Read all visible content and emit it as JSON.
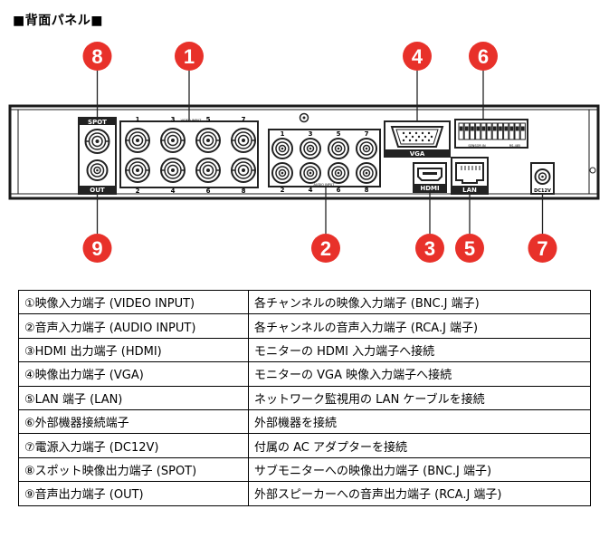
{
  "title": "■背面パネル■",
  "callouts": [
    "1",
    "2",
    "3",
    "4",
    "5",
    "6",
    "7",
    "8",
    "9"
  ],
  "colors": {
    "callout": "#e8312a",
    "panel_fill": "#ffffff",
    "panel_stroke": "#1a1a1a"
  },
  "panel_labels": {
    "spot": "SPOT",
    "out": "OUT",
    "video_top": [
      "1",
      "3",
      "5",
      "7"
    ],
    "video_bottom": [
      "2",
      "4",
      "6",
      "8"
    ],
    "video_tag": "VIDEO INPUT",
    "audio_top": [
      "1",
      "3",
      "5",
      "7"
    ],
    "audio_bottom": [
      "2",
      "4",
      "6",
      "8"
    ],
    "audio_tag": "AUDIO INPUT",
    "vga": "VGA",
    "hdmi": "HDMI",
    "lan": "LAN",
    "dc": "DC12V",
    "sensor": "SENSOR IN",
    "rs485": "RS-485"
  },
  "table": {
    "rows": [
      {
        "name": "①映像入力端子 (VIDEO INPUT)",
        "desc": "各チャンネルの映像入力端子 (BNC.J 端子)"
      },
      {
        "name": "②音声入力端子 (AUDIO INPUT)",
        "desc": "各チャンネルの音声入力端子 (RCA.J 端子)"
      },
      {
        "name": "③HDMI 出力端子 (HDMI)",
        "desc": "モニターの HDMI 入力端子へ接続"
      },
      {
        "name": "④映像出力端子 (VGA)",
        "desc": "モニターの VGA 映像入力端子へ接続"
      },
      {
        "name": "⑤LAN 端子 (LAN)",
        "desc": "ネットワーク監視用の LAN ケーブルを接続"
      },
      {
        "name": "⑥外部機器接続端子",
        "desc": "外部機器を接続"
      },
      {
        "name": "⑦電源入力端子 (DC12V)",
        "desc": "付属の AC アダプターを接続"
      },
      {
        "name": "⑧スポット映像出力端子 (SPOT)",
        "desc": "サブモニターへの映像出力端子 (BNC.J 端子)"
      },
      {
        "name": "⑨音声出力端子 (OUT)",
        "desc": "外部スピーカーへの音声出力端子 (RCA.J 端子)"
      }
    ]
  }
}
